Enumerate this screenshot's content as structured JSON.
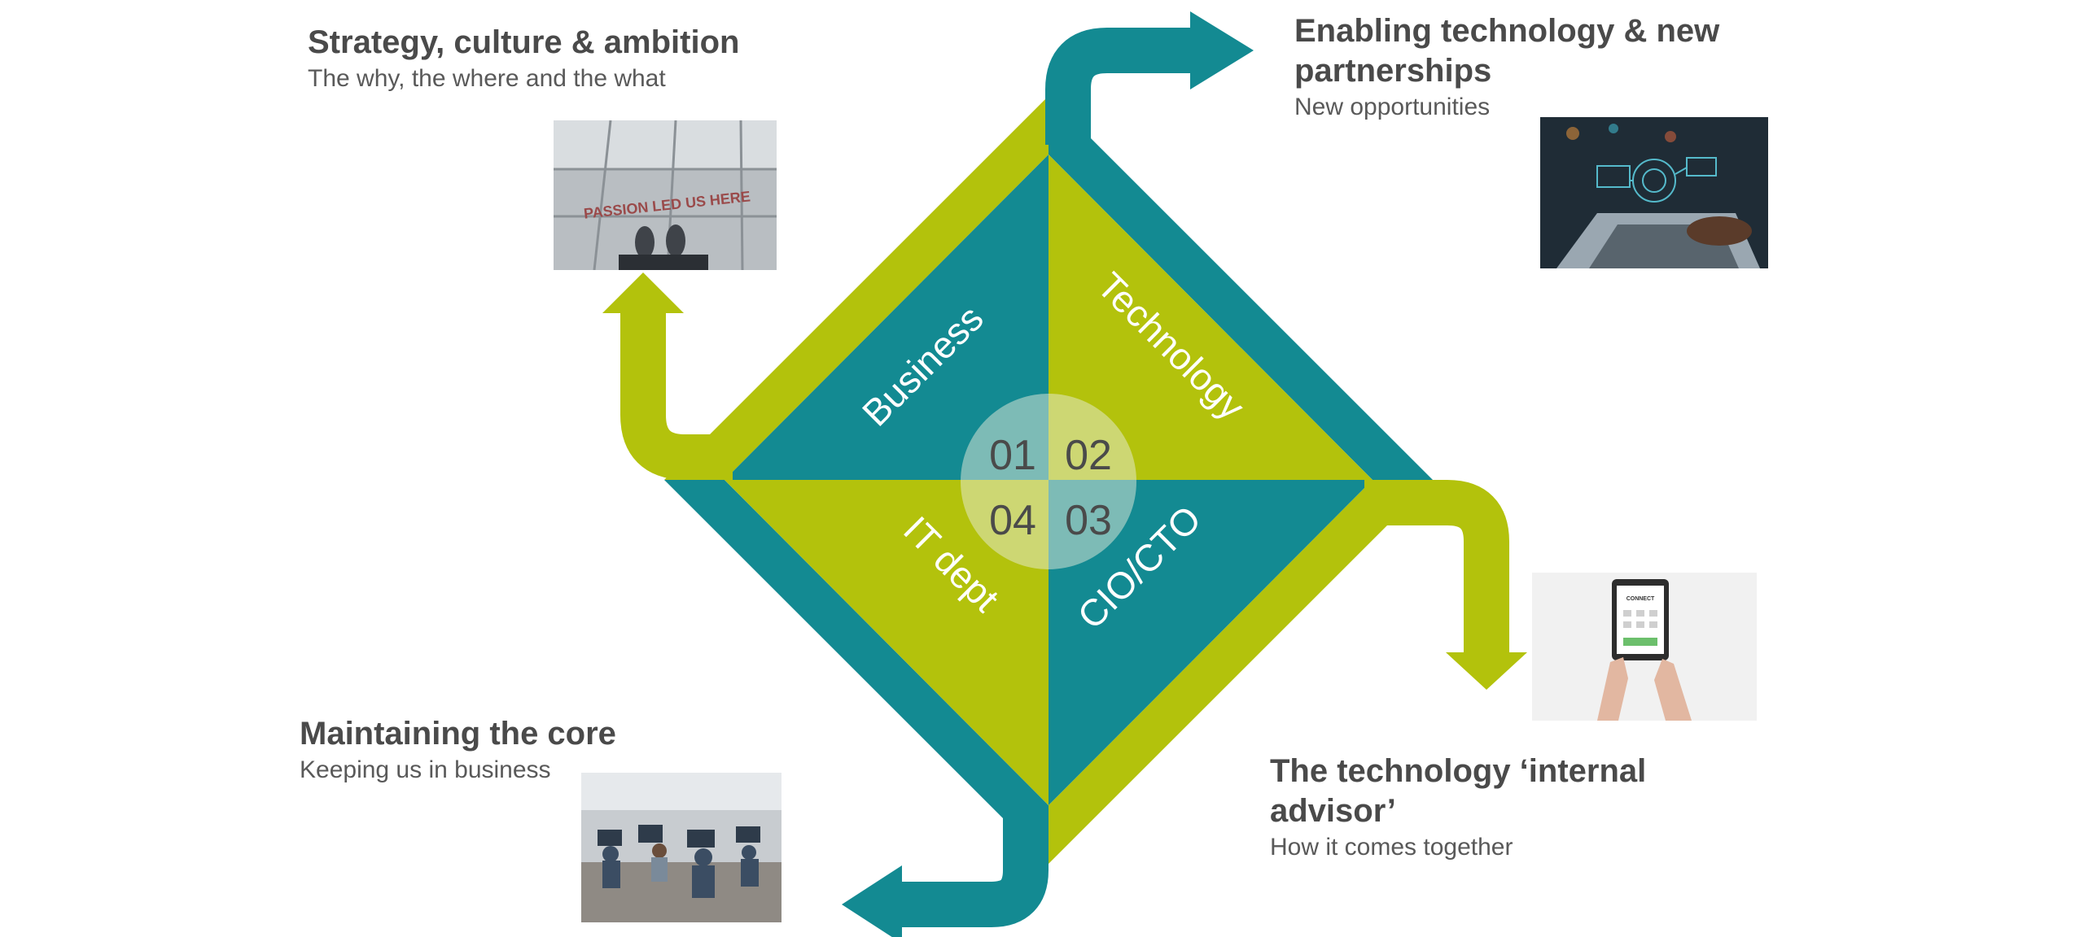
{
  "colors": {
    "teal": "#138a92",
    "lime": "#b3c20c",
    "text": "#4a4a4a"
  },
  "quadrants": {
    "q1": {
      "number": "01",
      "label": "Business"
    },
    "q2": {
      "number": "02",
      "label": "Technology"
    },
    "q3": {
      "number": "03",
      "label": "CIO/CTO"
    },
    "q4": {
      "number": "04",
      "label": "IT dept"
    }
  },
  "blocks": {
    "strategy": {
      "title": "Strategy, culture & ambition",
      "subtitle": "The why, the where and the what",
      "photo_caption": "PASSION LED US HERE",
      "photo_icon": "footsteps-floor-photo"
    },
    "enabling": {
      "title_line1": "Enabling technology & new",
      "title_line2": "partnerships",
      "subtitle": "New opportunities",
      "photo_icon": "laptop-hologram-photo"
    },
    "advisor": {
      "title_line1": "The technology ‘internal",
      "title_line2": "advisor’",
      "subtitle": "How it comes together",
      "photo_caption": "CONNECT",
      "photo_icon": "tablet-hands-photo"
    },
    "core": {
      "title": "Maintaining the core",
      "subtitle": "Keeping us in business",
      "photo_icon": "open-office-photo"
    }
  }
}
